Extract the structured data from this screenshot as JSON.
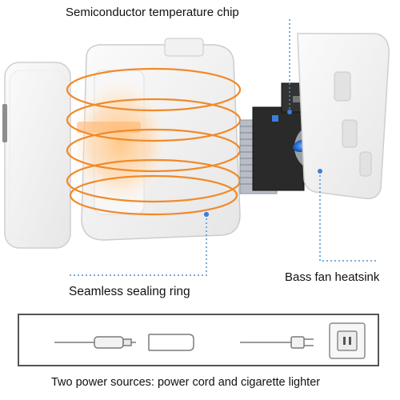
{
  "labels": {
    "chip": "Semiconductor temperature chip",
    "ring": "Seamless sealing ring",
    "fan": "Bass fan heatsink",
    "power": "Two power sources: power cord and cigarette lighter"
  },
  "colors": {
    "heat_ring": "#f08a2a",
    "glow": "#ffb060",
    "cold_fan": "#3a7ee0",
    "callout_line": "#4a8fd6",
    "heatsink": "#2a2a2a",
    "fins": "#a8aeb8"
  }
}
